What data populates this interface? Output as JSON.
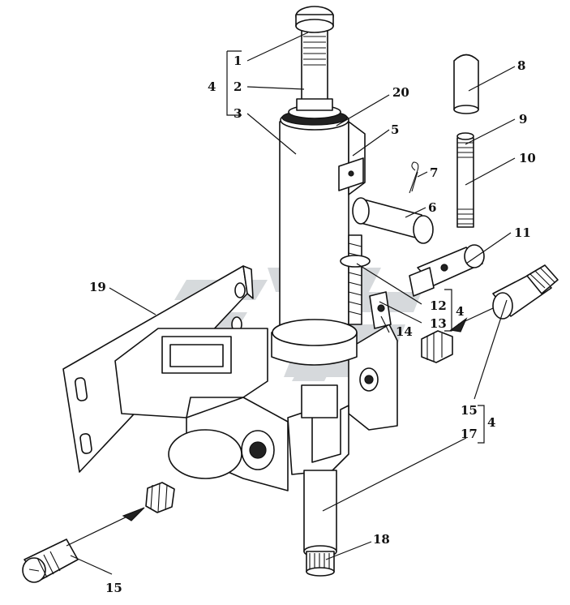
{
  "diagram": {
    "labels": {
      "l1": "1",
      "l2": "2",
      "l3": "3",
      "l4a": "4",
      "l5": "5",
      "l6": "6",
      "l7": "7",
      "l8": "8",
      "l9": "9",
      "l10": "10",
      "l11": "11",
      "l12": "12",
      "l13": "13",
      "l4b": "4",
      "l14": "14",
      "l15a": "15",
      "l17": "17",
      "l4c": "4",
      "l18": "18",
      "l19": "19",
      "l20": "20",
      "l15b": "15"
    },
    "colors": {
      "ink": "#111111",
      "watermark": "#cfd3d6"
    }
  }
}
